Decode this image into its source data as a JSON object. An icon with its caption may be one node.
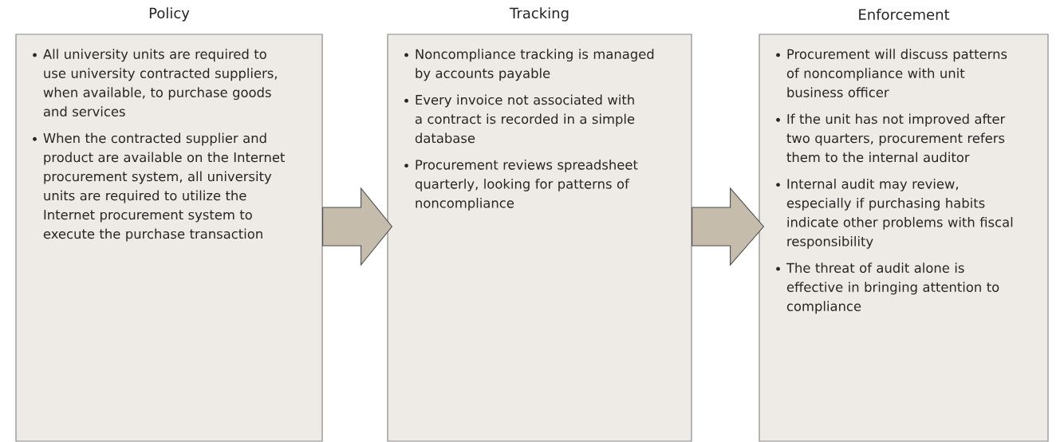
{
  "diagram": {
    "nodes": [
      {
        "text": [
          "Policy",
          "All university units are required to use university contracted suppliers, when available, to purchase goods and services",
          "When the contracted supplier and product are available on the Internet procurement system, all university units are required to utilize the Internet procurement system to execute the purchase transaction"
        ]
      },
      {
        "text": [
          "Tracking",
          "Noncompliance tracking is managed by accounts payable",
          "Every invoice not associated with a contract is recorded in a simple database",
          "Procurement reviews spreadsheet quarterly, looking for patterns of noncompliance"
        ]
      },
      {
        "text": [
          "Enforcement",
          "Procurement will discuss patterns of noncompliance with unit business officer",
          "If the unit has not improved after two quarters, procurement refers them to the internal auditor",
          "Internal audit may review, especially if purchasing habits indicate other problems with fiscal responsibility",
          "The threat of audit alone is effective in bringing attention to compliance"
        ]
      }
    ],
    "edges": [
      {
        "from": 0,
        "to": 1,
        "arrow": "to"
      },
      {
        "from": 1,
        "to": 2,
        "arrow": "to"
      }
    ]
  }
}
